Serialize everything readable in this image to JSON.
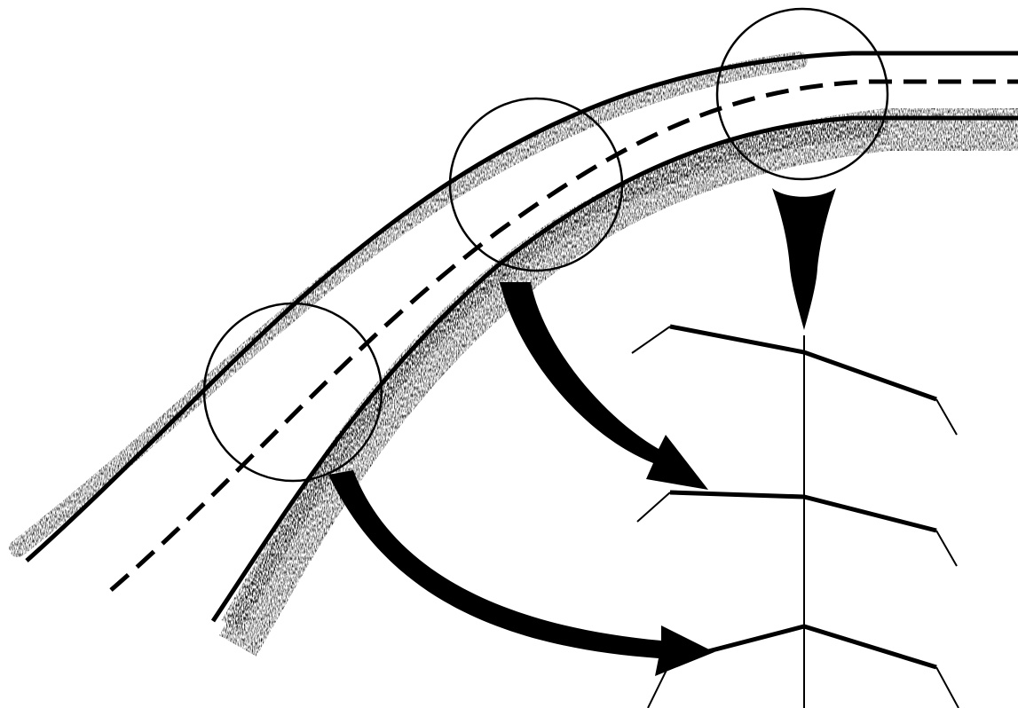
{
  "diagram": {
    "background_color": "#ffffff",
    "ink_color": "#000000",
    "road_sections": [
      "banked-curve-section",
      "transition-section",
      "straight-crown-section"
    ],
    "cross_section_shapes": [
      "superelevated-tilt",
      "partial-crown",
      "normal-crown"
    ],
    "text_labels": []
  }
}
